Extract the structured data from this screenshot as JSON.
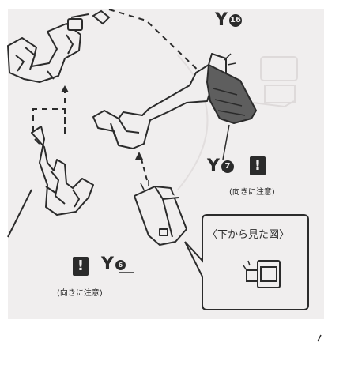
{
  "parts": {
    "y16": {
      "letter": "Y",
      "number": "16"
    },
    "y7": {
      "letter": "Y",
      "number": "7",
      "caution_mark": "!",
      "caution_text": "(向きに注意)"
    },
    "y6": {
      "letter": "Y",
      "number": "6",
      "caution_mark": "!",
      "caution_text": "(向きに注意)"
    }
  },
  "bottom_view": {
    "title": "〈下から見た図〉"
  },
  "colors": {
    "paper": "#f0eeee",
    "ink": "#2b2b2b",
    "shade": "#5e5e5e",
    "frame": "#ffffff"
  }
}
